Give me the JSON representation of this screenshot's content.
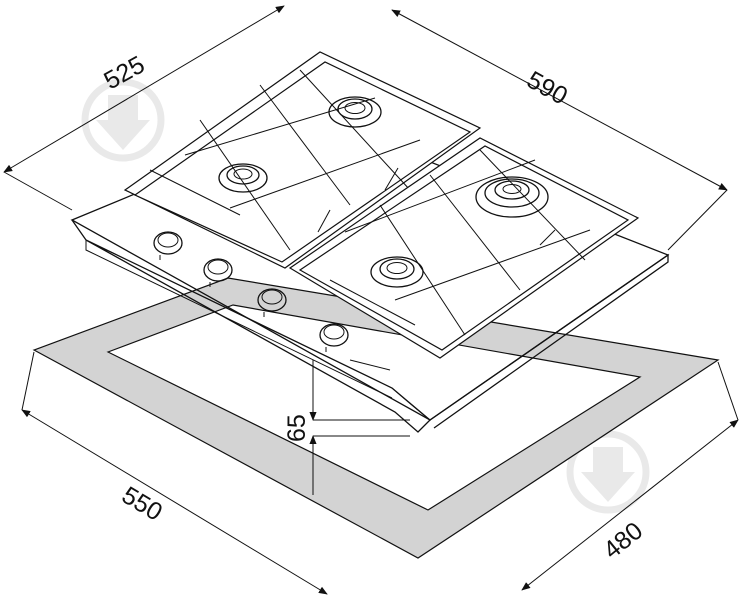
{
  "diagram": {
    "dimensions": {
      "top_depth": "525",
      "top_width": "590",
      "height": "65",
      "cutout_width": "550",
      "cutout_depth": "480"
    },
    "colors": {
      "line": "#111111",
      "cutout_fill": "#d3d3d3",
      "background": "#ffffff",
      "watermark": "#dcdcdc"
    },
    "burners": [
      "small",
      "medium",
      "large",
      "medium"
    ],
    "knobs": 4,
    "watermark_icon": "drop-arrow-watermark-icon"
  }
}
